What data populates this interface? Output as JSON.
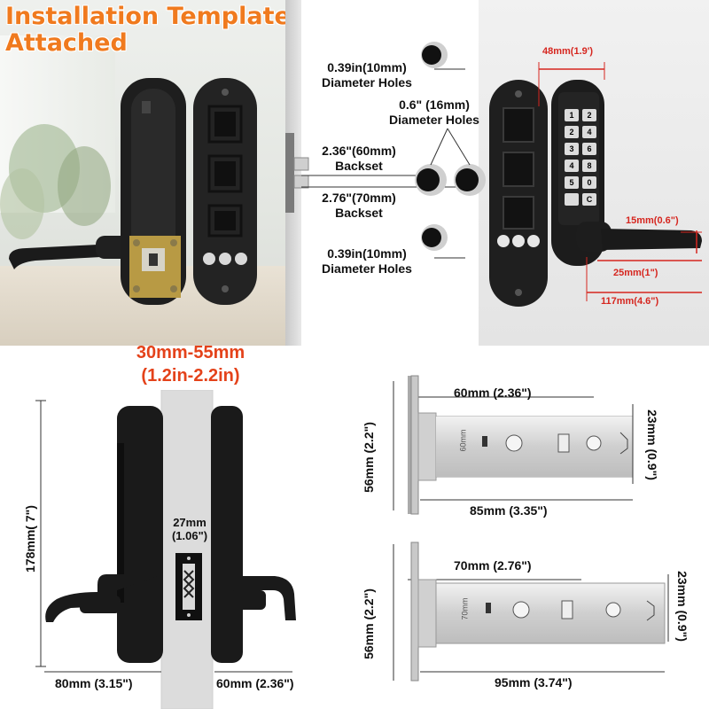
{
  "banner": {
    "line1": "Installation Template",
    "line2": "Attached"
  },
  "template_callouts": {
    "top_holes": {
      "line1": "0.39in(10mm)",
      "line2": "Diameter Holes"
    },
    "mid_holes": {
      "line1": "0.6\" (16mm)",
      "line2": "Diameter Holes"
    },
    "backset_60": {
      "line1": "2.36\"(60mm)",
      "line2": "Backset"
    },
    "backset_70": {
      "line1": "2.76\"(70mm)",
      "line2": "Backset"
    },
    "bottom_holes": {
      "line1": "0.39in(10mm)",
      "line2": "Diameter Holes"
    }
  },
  "lock_dims": {
    "width": "48mm(1.9')",
    "lever_thickness": "15mm(0.6\")",
    "lever_depth": "25mm(1\")",
    "lever_length": "117mm(4.6\")"
  },
  "keypad_keys": [
    {
      "num": "1",
      "alt": "2"
    },
    {
      "num": "2",
      "alt": "4"
    },
    {
      "num": "3",
      "alt": "6"
    },
    {
      "num": "4",
      "alt": "8"
    },
    {
      "num": "5",
      "alt": "0"
    },
    {
      "num": "",
      "alt": "C"
    }
  ],
  "side_view": {
    "door_thickness_line1": "30mm-55mm",
    "door_thickness_line2": "(1.2in-2.2in)",
    "height": "178mm( 7\")",
    "faceplate_line1": "27mm",
    "faceplate_line2": "(1.06\")",
    "outside_depth": "80mm (3.15\")",
    "inside_depth": "60mm (2.36\")"
  },
  "latch_60": {
    "backset": "60mm (2.36\")",
    "plate_height": "56mm (2.2\")",
    "tube_height": "23mm (0.9\")",
    "length": "85mm (3.35\")",
    "stamp": "60mm"
  },
  "latch_70": {
    "backset": "70mm (2.76\")",
    "plate_height": "56mm (2.2\")",
    "tube_height": "23mm (0.9\")",
    "length": "95mm (3.74\")",
    "stamp": "70mm"
  },
  "colors": {
    "banner": "#f07a1e",
    "accent_red": "#d6261f",
    "orange_text": "#e4421a"
  }
}
